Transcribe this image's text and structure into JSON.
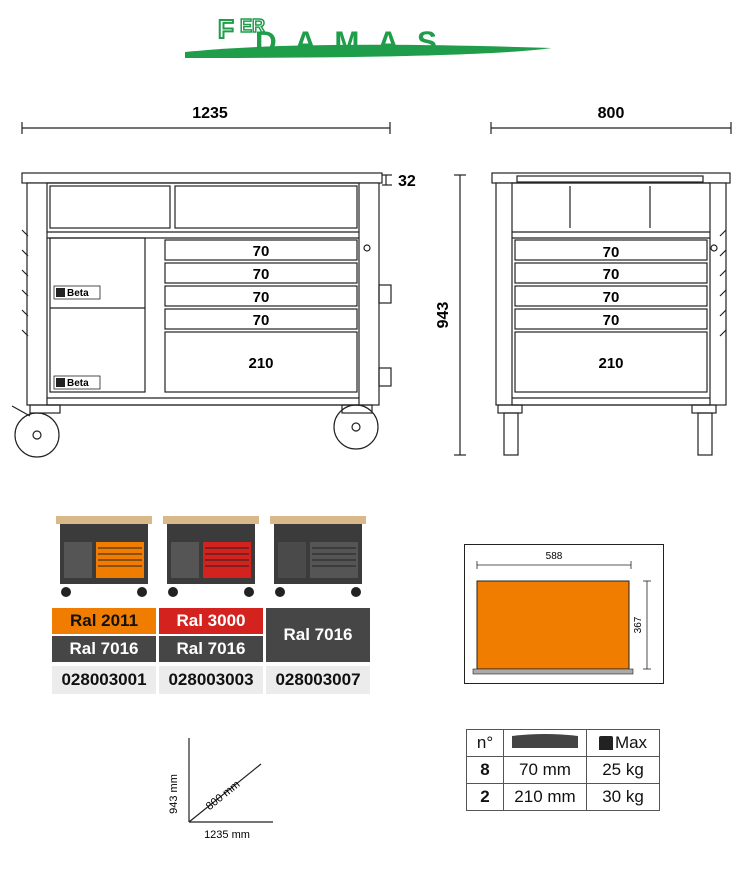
{
  "logo": {
    "text_top": "ER",
    "text_main": "DAMAS",
    "text_prefix": "F",
    "color": "#1f9d4a"
  },
  "front_view": {
    "width_label": "1235",
    "top_thickness_label": "32",
    "drawers": [
      "70",
      "70",
      "70",
      "70",
      "210"
    ],
    "brand_labels": [
      "Beta",
      "Beta"
    ]
  },
  "side_view": {
    "depth_label": "800",
    "height_label": "943",
    "drawers": [
      "70",
      "70",
      "70",
      "70",
      "210"
    ]
  },
  "colors": {
    "orange": "#f07d00",
    "red": "#d4231f",
    "dark": "#464646",
    "code_bg": "#ececec"
  },
  "variants": [
    {
      "ral_top": "Ral 2011",
      "ral_bottom": "Ral 7016",
      "code": "028003001",
      "accent": "orange"
    },
    {
      "ral_top": "Ral 3000",
      "ral_bottom": "Ral 7016",
      "code": "028003003",
      "accent": "red"
    },
    {
      "ral_top": "Ral 7016",
      "ral_bottom": "",
      "code": "028003007",
      "accent": "dark"
    }
  ],
  "drawer_size": {
    "width_label": "588",
    "depth_label": "367"
  },
  "spec_table": {
    "header_n": "n°",
    "header_max": "Max",
    "header_height_icon": "drawer-icon",
    "header_weight_icon": "weight-icon",
    "rows": [
      {
        "count": "8",
        "height": "70 mm",
        "max": "25 kg"
      },
      {
        "count": "2",
        "height": "210 mm",
        "max": "30 kg"
      }
    ]
  },
  "overall_dims": {
    "height": "943 mm",
    "depth": "800 mm",
    "width": "1235 mm"
  }
}
